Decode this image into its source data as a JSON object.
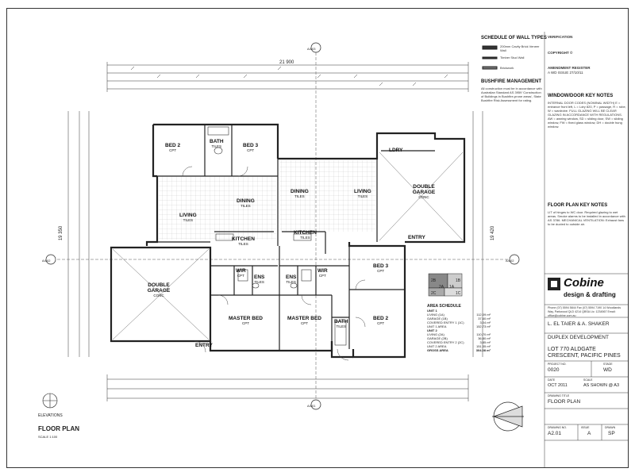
{
  "drawing": {
    "title": "FLOOR PLAN",
    "scale": "SCALE 1:100",
    "elevations_label": "ELEVATIONS",
    "overall_dim": "21 900",
    "left_dim": "19 350",
    "right_dim": "19 420"
  },
  "rooms": [
    {
      "name": "BED 2",
      "sub": "CPT",
      "key": "bed2_u1"
    },
    {
      "name": "BATH",
      "sub": "TILES",
      "key": "bath_u1"
    },
    {
      "name": "BED 3",
      "sub": "CPT",
      "key": "bed3_u1"
    },
    {
      "name": "DINING",
      "sub": "TILES",
      "key": "dining_u1"
    },
    {
      "name": "LIVING",
      "sub": "TILES",
      "key": "living_u1"
    },
    {
      "name": "KITCHEN",
      "sub": "TILES",
      "key": "kitchen_u1"
    },
    {
      "name": "DINING",
      "sub": "TILES",
      "key": "dining_u2"
    },
    {
      "name": "LIVING",
      "sub": "TILES",
      "key": "living_u2"
    },
    {
      "name": "KITCHEN",
      "sub": "TILES",
      "key": "kitchen_u2"
    },
    {
      "name": "LDRY",
      "sub": "",
      "key": "ldry_u2"
    },
    {
      "name": "DOUBLE GARAGE",
      "sub": "CONC",
      "key": "garage_u2"
    },
    {
      "name": "DOUBLE GARAGE",
      "sub": "CONC",
      "key": "garage_u1"
    },
    {
      "name": "WIR",
      "sub": "CPT",
      "key": "wir_u1"
    },
    {
      "name": "ENS",
      "sub": "TILES",
      "key": "ens_u1"
    },
    {
      "name": "ENS",
      "sub": "TILES",
      "key": "ens_u2"
    },
    {
      "name": "WIR",
      "sub": "CPT",
      "key": "wir_u2"
    },
    {
      "name": "MASTER BED",
      "sub": "CPT",
      "key": "master_u1"
    },
    {
      "name": "MASTER BED",
      "sub": "CPT",
      "key": "master_u2"
    },
    {
      "name": "BED 3",
      "sub": "CPT",
      "key": "bed3_u2"
    },
    {
      "name": "BED 2",
      "sub": "CPT",
      "key": "bed2_u2"
    },
    {
      "name": "BATH",
      "sub": "TILES",
      "key": "bath_u2"
    },
    {
      "name": "ENTRY",
      "sub": "",
      "key": "entry_u1"
    },
    {
      "name": "ENTRY",
      "sub": "",
      "key": "entry_u2"
    }
  ],
  "grid_markers": {
    "top": "A4.03",
    "left": "A4.02",
    "right": "A4.02",
    "bottom": "A4.01"
  },
  "wall_schedule": {
    "title": "SCHEDULE OF WALL TYPES",
    "items": [
      "200mm Cavity Brick Veneer Wall",
      "Timber Stud Wall",
      "Brickwork"
    ]
  },
  "bushfire": {
    "title": "BUSHFIRE MANAGEMENT",
    "text": "All construction must be in accordance with Australian Standard AS 3959 'Construction of Buildings in Bushfire-prone areas', State Bushfire Risk Assessment for rating."
  },
  "window_notes": {
    "title": "WINDOW/DOOR KEY NOTES",
    "text": "INTERNAL DOOR CODES (NOMINAL WIDTH) E = entrance front left, L = Ldry 820, P = passage, R = robe, W = wardrobe. FULL GLAZING WILL BE CLEAR GLAZING IN ACCORDANCE WITH REGULATIONS. AW = awning window, SD = sliding door, SW = sliding window, FW = fixed glass window, DH = double hung window."
  },
  "floor_notes": {
    "title": "FLOOR PLAN KEY NOTES",
    "text": "LIT of hinges to WC door. Required glazing to wet areas. Smoke alarms to be installed in accordance with AS 3786. MECHANICAL VENTILATION: Exhaust fans to be ducted to outside air."
  },
  "area_schedule": {
    "title": "AREA SCHEDULE",
    "unit1_label": "UNIT 1",
    "unit1": [
      [
        "LIVING (1A)",
        "112.09 m²"
      ],
      [
        "GARAGE (1B)",
        "37.60 m²"
      ],
      [
        "COVERED ENTRY 1 (1C)",
        "3.04 m²"
      ],
      [
        "UNIT 1 AREA",
        "152.73 m²"
      ]
    ],
    "unit2_label": "UNIT 2",
    "unit2": [
      [
        "LIVING (2A)",
        "110.70 m²"
      ],
      [
        "GARAGE (2B)",
        "36.80 m²"
      ],
      [
        "COVERED ENTRY 2 (2C)",
        "3.85 m²"
      ],
      [
        "UNIT 2 AREA",
        "151.35 m²"
      ]
    ],
    "gross_label": "GROSS AREA",
    "gross": "304.08 m²"
  },
  "key_plan": {
    "labels": [
      "2B",
      "2A",
      "1A",
      "1B",
      "2C",
      "1C"
    ]
  },
  "company": {
    "name_main": "Cobine",
    "name_sub": "design & drafting",
    "contact": "Phone (07) 5594 5844  Fax (07) 5594 7190  14 Woodlands Way, Parkwood QLD 4214  QBSA Lic: 1234567  Email: office@cobine.com.au"
  },
  "title_block": {
    "client": "L. EL TAIER & A. SHAKER",
    "project": "DUPLEX DEVELOPMENT",
    "address_label": "LOT 770 ALDGATE CRESCENT, PACIFIC PINES",
    "project_no": "0020",
    "stage": "WD",
    "date": "OCT 2011",
    "scale": "AS SHOWN @ A3",
    "drawing_title": "FLOOR PLAN",
    "drawing_no": "A2.01",
    "issue": "A",
    "drawn": "SP",
    "hdr_project_no": "PROJECT NO.",
    "hdr_stage": "STAGE",
    "hdr_date": "DATE",
    "hdr_scale": "SCALE",
    "hdr_drawing_title": "DRAWING TITLE",
    "hdr_drawing_no": "DRAWING NO.",
    "hdr_issue": "ISSUE",
    "hdr_drawn": "DRAWN"
  },
  "verification": {
    "title": "VERIFICATION",
    "copyright": "COPYRIGHT ©",
    "issue_hdr": "AMENDMENT REGISTER",
    "issue_row": "A    WD ISSUE    27/10/11"
  },
  "colors": {
    "line": "#222222",
    "wall": "#333333",
    "tile": "#bdbdbd",
    "paper": "#ffffff"
  }
}
